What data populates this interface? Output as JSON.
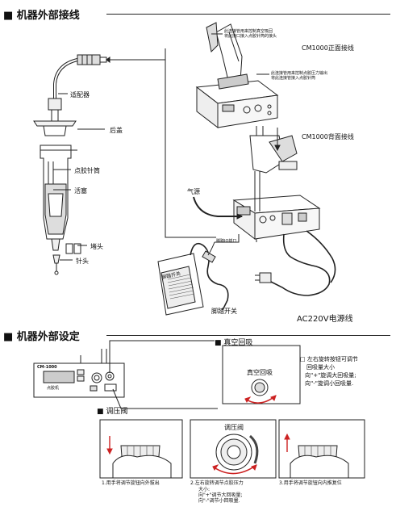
{
  "section1": {
    "title": "■ 机器外部接线",
    "labels": {
      "adapter": "适配器",
      "rear_cover": "后盖",
      "barrel": "点胶针筒",
      "piston": "活塞",
      "end_cap": "堵头",
      "needle": "针头",
      "air_source": "气源",
      "foot_port": "脚踏IO插口",
      "foot_switch_panel": "脚踏开关",
      "foot_switch": "脚踏开关",
      "power_cord": "AC220V电源线",
      "front_wiring": "CM1000正面接线",
      "back_wiring": "CM1000背面接线"
    },
    "notes": {
      "front_top_1": "此连接管用来控制真空吸回",
      "front_top_2": "将此接口接入点胶针筒的接头",
      "front_mid_1": "此连接管用来控制点胶压力输出",
      "front_mid_2": "将此连接管接入点胶针筒"
    }
  },
  "section2": {
    "title": "■ 机器外部设定",
    "vacuum_title": "■ 真空回吸",
    "pressure_title": "■ 调压阀",
    "panel_model": "CM-1000",
    "panel_small": "点胶机",
    "vacuum_knob_label": "真空回吸",
    "vacuum_desc_1": "□ 左右旋转按钮可调节",
    "vacuum_desc_2": "回吸量大小",
    "vacuum_desc_3": "向\"+\"旋调大回吸量;",
    "vacuum_desc_4": "向\"-\"旋调小回吸量.",
    "pressure_knob_label": "调压阀",
    "step1": "1.用手将调节旋钮向外拔出",
    "step2": "2.左右旋转调节点胶压力",
    "step2_b": "大小:",
    "step2_c": "向\"+\"调节大回吸量;",
    "step2_d": "向\"-\"调节小回吸量.",
    "step3": "3.用手将调节旋钮向内推复位"
  }
}
